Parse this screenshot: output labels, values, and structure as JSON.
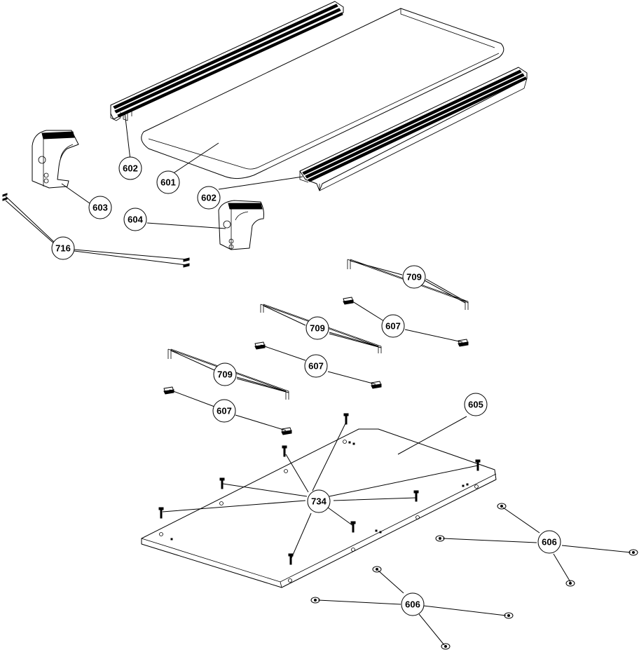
{
  "diagram": {
    "type": "exploded-parts-drawing",
    "callouts": [
      {
        "id": "c601",
        "label": "601"
      },
      {
        "id": "c602a",
        "label": "602"
      },
      {
        "id": "c602b",
        "label": "602"
      },
      {
        "id": "c603",
        "label": "603"
      },
      {
        "id": "c604",
        "label": "604"
      },
      {
        "id": "c605",
        "label": "605"
      },
      {
        "id": "c606a",
        "label": "606"
      },
      {
        "id": "c606b",
        "label": "606"
      },
      {
        "id": "c607a",
        "label": "607"
      },
      {
        "id": "c607b",
        "label": "607"
      },
      {
        "id": "c607c",
        "label": "607"
      },
      {
        "id": "c709a",
        "label": "709"
      },
      {
        "id": "c709b",
        "label": "709"
      },
      {
        "id": "c709c",
        "label": "709"
      },
      {
        "id": "c716",
        "label": "716"
      },
      {
        "id": "c734",
        "label": "734"
      }
    ]
  }
}
